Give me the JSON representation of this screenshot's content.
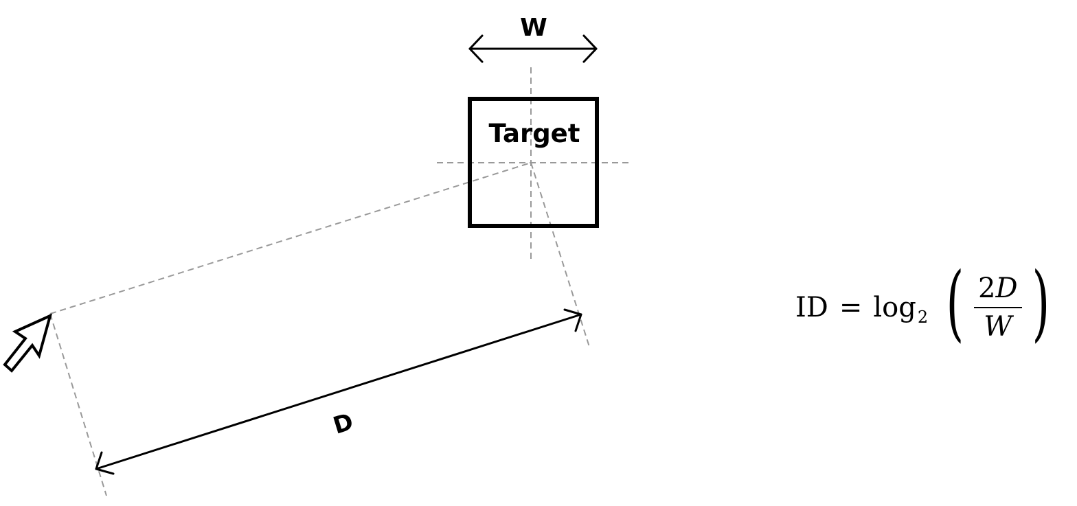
{
  "diagram": {
    "width_label": "W",
    "distance_label": "D",
    "target_label": "Target"
  },
  "formula": {
    "lhs": "ID",
    "equals": "=",
    "log": "log",
    "log_base": "2",
    "numerator_coef": "2",
    "numerator_var": "D",
    "denominator": "W"
  },
  "colors": {
    "stroke": "#000000",
    "guide": "#999999",
    "background": "#ffffff"
  }
}
